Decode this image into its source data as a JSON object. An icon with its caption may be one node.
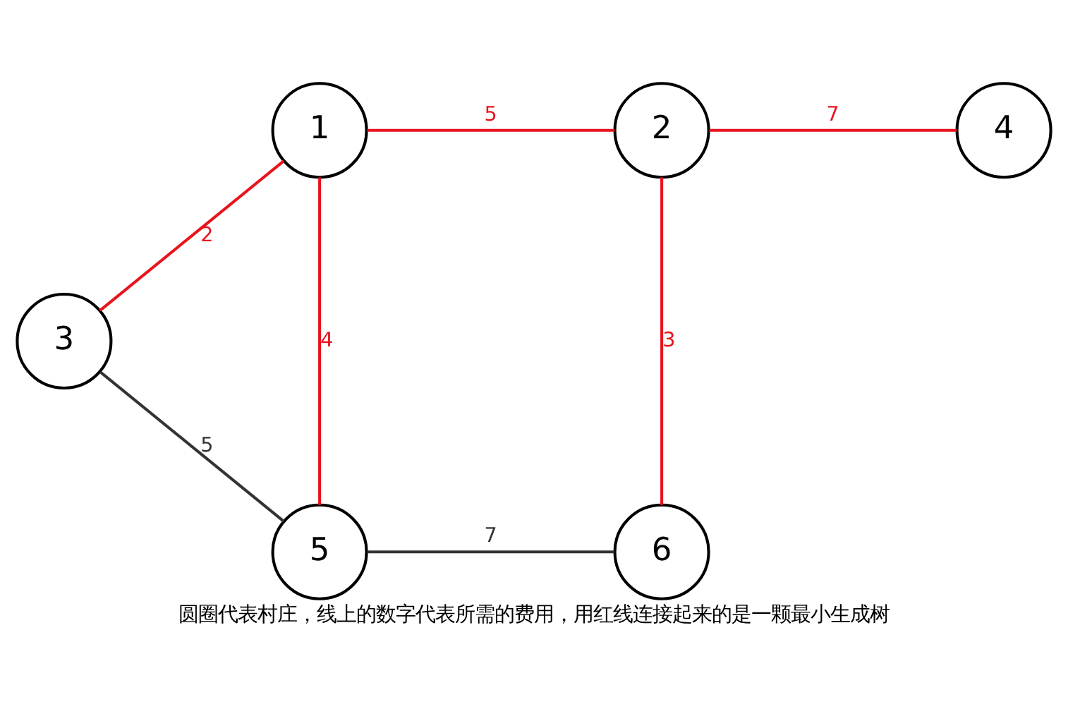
{
  "diagram": {
    "caption": "圆圈代表村庄，线上的数字代表所需的费用，用红线连接起来的是一颗最小生成树",
    "nodes": [
      {
        "text": [
          "1"
        ]
      },
      {
        "text": [
          "2"
        ]
      },
      {
        "text": [
          "4"
        ]
      },
      {
        "text": [
          "3"
        ]
      },
      {
        "text": [
          "5"
        ]
      },
      {
        "text": [
          "6"
        ]
      }
    ],
    "edges": [
      {
        "from": 0,
        "to": 1,
        "arrow": "none",
        "label": "5"
      },
      {
        "from": 1,
        "to": 2,
        "arrow": "none",
        "label": "7"
      },
      {
        "from": 0,
        "to": 3,
        "arrow": "none",
        "label": "2"
      },
      {
        "from": 0,
        "to": 4,
        "arrow": "none",
        "label": "4"
      },
      {
        "from": 1,
        "to": 5,
        "arrow": "none",
        "label": "3"
      },
      {
        "from": 3,
        "to": 4,
        "arrow": "none",
        "label": "5",
        "color": "#333333"
      },
      {
        "from": 4,
        "to": 5,
        "arrow": "none",
        "label": "7",
        "color": "#333333"
      }
    ]
  }
}
